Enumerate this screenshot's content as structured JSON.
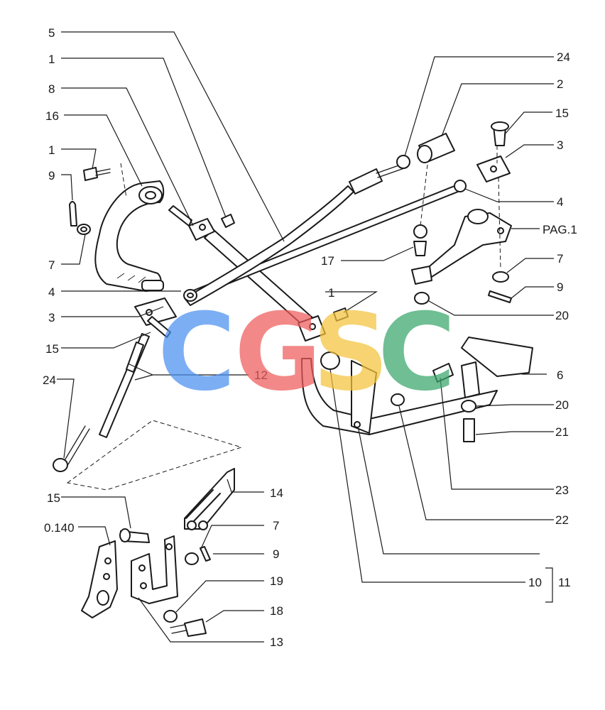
{
  "callouts": {
    "c5": "5",
    "c1a": "1",
    "c8": "8",
    "c16": "16",
    "c1b": "1",
    "c9a": "9",
    "c7a": "7",
    "c4a": "4",
    "c3a": "3",
    "c15a": "15",
    "c24a": "24",
    "c12": "12",
    "c15b": "15",
    "c0140": "0.140",
    "c14": "14",
    "c7b": "7",
    "c9b": "9",
    "c19": "19",
    "c18": "18",
    "c13": "13",
    "c24b": "24",
    "c2": "2",
    "c15c": "15",
    "c3b": "3",
    "c4b": "4",
    "cpag": "PAG.1",
    "c17": "17",
    "c7c": "7",
    "c9c": "9",
    "c1c": "1",
    "c20a": "20",
    "c6": "6",
    "c20b": "20",
    "c21": "21",
    "c23": "23",
    "c22": "22",
    "c10": "10",
    "c11": "11"
  },
  "watermark": {
    "letters": [
      "C",
      "G",
      "S",
      "C"
    ],
    "colors": [
      "#4a8ff0",
      "#ef5b5b",
      "#f5c33b",
      "#3aa66b"
    ]
  }
}
